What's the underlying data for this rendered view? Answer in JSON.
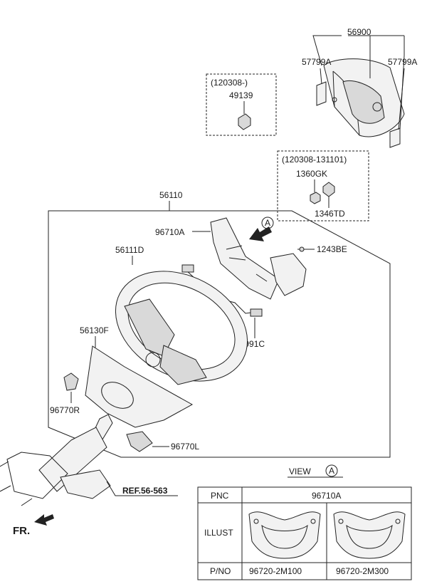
{
  "labels": {
    "p56900": "56900",
    "p57799a_left": "57799A",
    "p57799a_right": "57799A",
    "box1_date": "(120308-)",
    "p49139": "49139",
    "box2_date": "(120308-131101)",
    "p1360gk": "1360GK",
    "p1346td": "1346TD",
    "p56110": "56110",
    "p96710a": "96710A",
    "p1243be": "1243BE",
    "p56111d": "56111D",
    "p56991c": "56991C",
    "p56130f": "56130F",
    "p96770r": "96770R",
    "p96770l": "96770L",
    "ref": "REF.56-563",
    "fr": "FR.",
    "view_word": "VIEW",
    "view_letter": "A",
    "arrow_letter": "A"
  },
  "table": {
    "headers": [
      "PNC",
      "96710A"
    ],
    "row_illust_label": "ILLUST",
    "row_pno_label": "P/NO",
    "part_numbers": [
      "96720-2M100",
      "96720-2M300"
    ]
  }
}
